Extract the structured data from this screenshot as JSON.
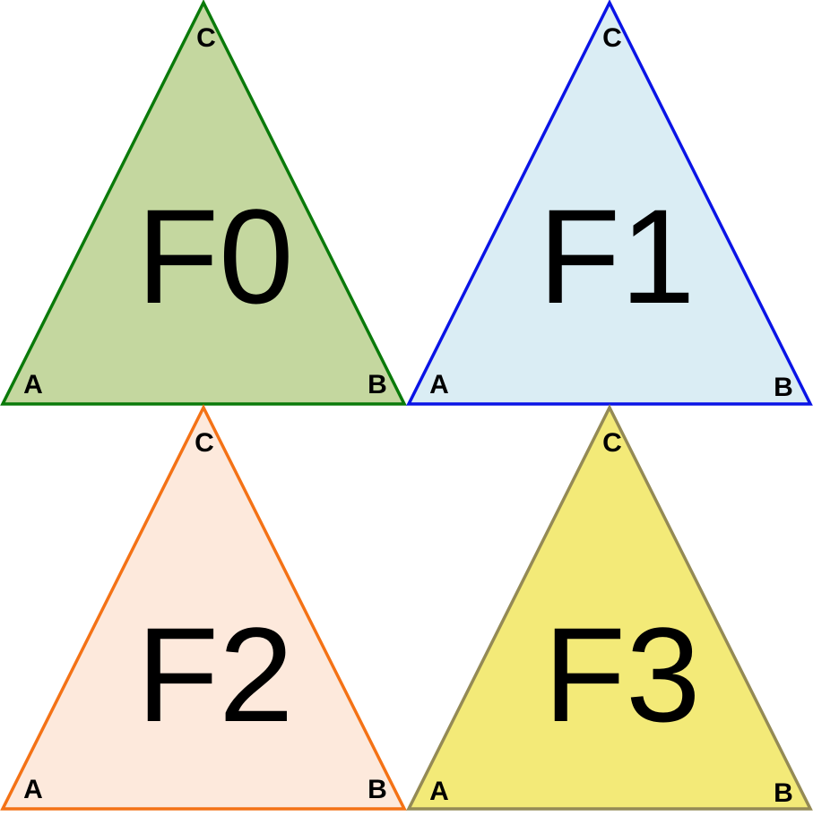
{
  "faces": [
    {
      "label": "F0",
      "fill": "#c4d79f",
      "stroke": "#0a7a0a",
      "vertices": {
        "a": "A",
        "b": "B",
        "c": "C"
      }
    },
    {
      "label": "F1",
      "fill": "#daedf4",
      "stroke": "#0a14e6",
      "vertices": {
        "a": "A",
        "b": "B",
        "c": "C"
      }
    },
    {
      "label": "F2",
      "fill": "#fde9dc",
      "stroke": "#f47216",
      "vertices": {
        "a": "A",
        "b": "B",
        "c": "C"
      }
    },
    {
      "label": "F3",
      "fill": "#f3ea78",
      "stroke": "#948a55",
      "vertices": {
        "a": "A",
        "b": "B",
        "c": "C"
      }
    }
  ]
}
